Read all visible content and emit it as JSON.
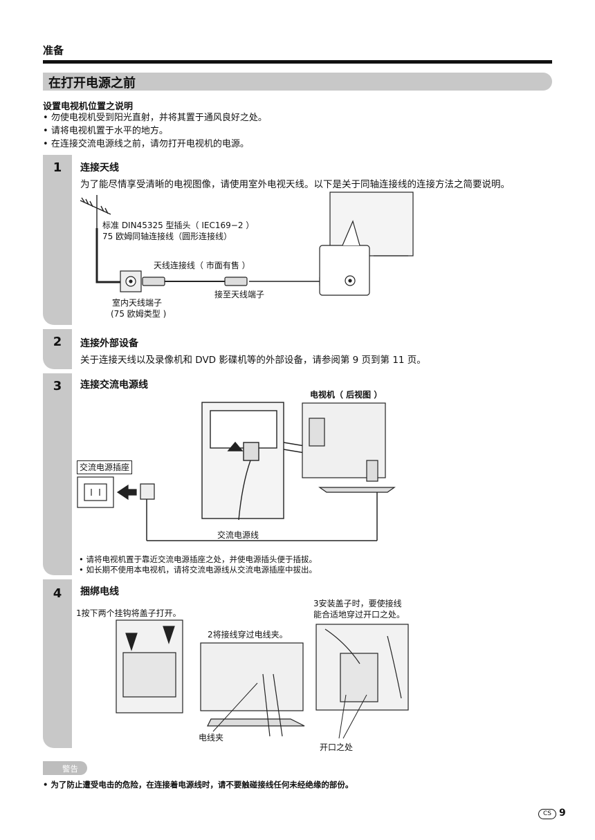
{
  "header": {
    "section": "准备",
    "title": "在打开电源之前"
  },
  "placement": {
    "heading": "设置电视机位置之说明",
    "bullets": [
      "勿使电视机受到阳光直射，并将其置于通风良好之处。",
      "请将电视机置于水平的地方。",
      "在连接交流电源线之前，请勿打开电视机的电源。"
    ]
  },
  "steps": [
    {
      "num": "1",
      "title": "连接天线",
      "text": "为了能尽情享受清晰的电视图像，请使用室外电视天线。以下是关于同轴连接线的连接方法之简要说明。",
      "labels": {
        "plug_std": "标准 DIN45325 型插头（ IEC169−2 ）",
        "coax": "75 欧姆同轴连接线（圆形连接线）",
        "antenna_cable": "天线连接线（ 市面有售 ）",
        "indoor_terminal_1": "室内天线端子",
        "indoor_terminal_2": "(75 欧姆类型 )",
        "to_terminal": "接至天线端子"
      }
    },
    {
      "num": "2",
      "title": "连接外部设备",
      "text": "关于连接天线以及录像机和 DVD 影碟机等的外部设备，请参阅第 9 页到第 11 页。"
    },
    {
      "num": "3",
      "title": "连接交流电源线",
      "labels": {
        "tv_rear": "电视机（ 后视图 ）",
        "ac_outlet": "交流电源插座",
        "ac_cord": "交流电源线"
      },
      "notes": [
        "请将电视机置于靠近交流电源插座之处，并使电源插头便于插拔。",
        "如长期不使用本电视机，请将交流电源线从交流电源插座中拔出。"
      ]
    },
    {
      "num": "4",
      "title": "捆绑电线",
      "labels": {
        "step_a": "1按下两个挂钩将盖子打开。",
        "step_b": "2将接线穿过电线夹。",
        "step_c_1": "3安装盖子时，要使接线",
        "step_c_2": "能合适地穿过开口之处。",
        "clip": "电线夹",
        "opening": "开口之处"
      }
    }
  ],
  "warning": {
    "label": "警告",
    "text": "为了防止遭受电击的危险，在连接着电源线时，请不要触碰接线任何未经绝缘的部份。"
  },
  "footer": {
    "lang_badge": "CS",
    "page": "9"
  }
}
